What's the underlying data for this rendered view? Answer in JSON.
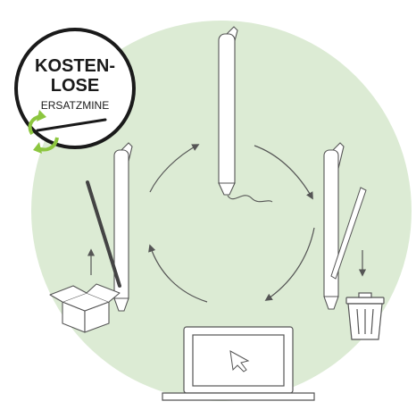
{
  "badge": {
    "line1": "KOSTEN-",
    "line2": "LOSE",
    "line3": "ERSATZMINE"
  },
  "colors": {
    "background_circle": "#dcebd4",
    "badge_arrows": "#8cc63f",
    "line_art": "#555555"
  },
  "icons": [
    "pen-icon",
    "refill-icon",
    "box-icon",
    "laptop-icon",
    "cursor-icon",
    "trash-icon",
    "cycle-arrow-icon"
  ]
}
